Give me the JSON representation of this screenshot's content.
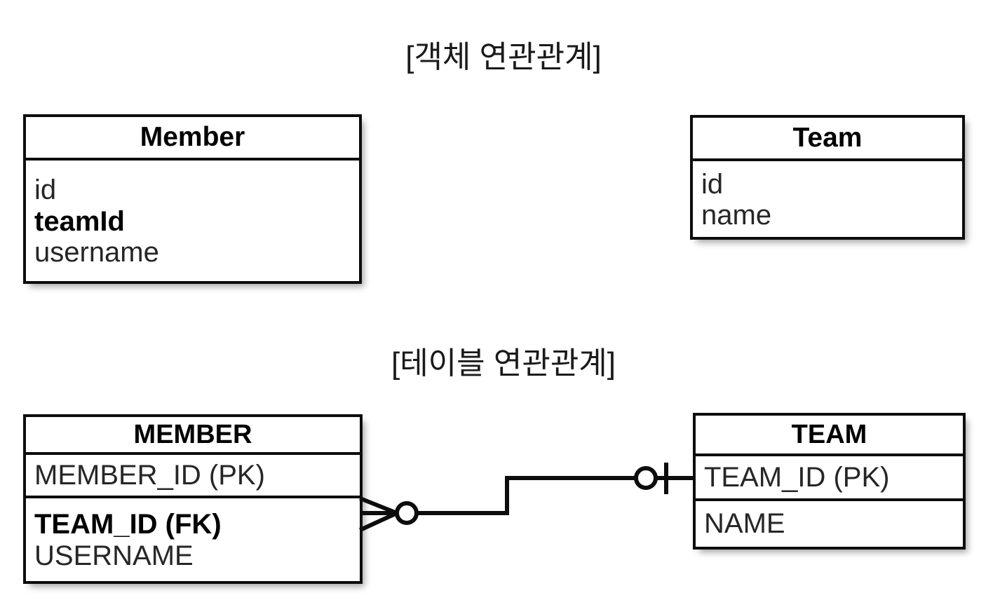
{
  "diagram": {
    "background_color": "#ffffff",
    "line_color": "#0d0d0d",
    "text_color": "#262626"
  },
  "sections": [
    {
      "title": "[객체 연관관계]",
      "entities": [
        {
          "name": "Member",
          "attributes": [
            {
              "label": "id",
              "bold": false
            },
            {
              "label": "teamId",
              "bold": true
            },
            {
              "label": "username",
              "bold": false
            }
          ]
        },
        {
          "name": "Team",
          "attributes": [
            {
              "label": "id",
              "bold": false
            },
            {
              "label": "name",
              "bold": false
            }
          ]
        }
      ]
    },
    {
      "title": "[테이블 연관관계]",
      "entities": [
        {
          "name": "MEMBER",
          "attributes": [
            {
              "label": "MEMBER_ID (PK)",
              "bold": false
            },
            {
              "label": "TEAM_ID (FK)",
              "bold": true
            },
            {
              "label": "USERNAME",
              "bold": false
            }
          ]
        },
        {
          "name": "TEAM",
          "attributes": [
            {
              "label": "TEAM_ID (PK)",
              "bold": false
            },
            {
              "label": "NAME",
              "bold": false
            }
          ]
        }
      ]
    }
  ],
  "relationship": {
    "left_entity": "MEMBER",
    "right_entity": "TEAM",
    "left_cardinality": "zero-or-many",
    "right_cardinality": "zero-or-one",
    "notation": "crows-foot"
  }
}
